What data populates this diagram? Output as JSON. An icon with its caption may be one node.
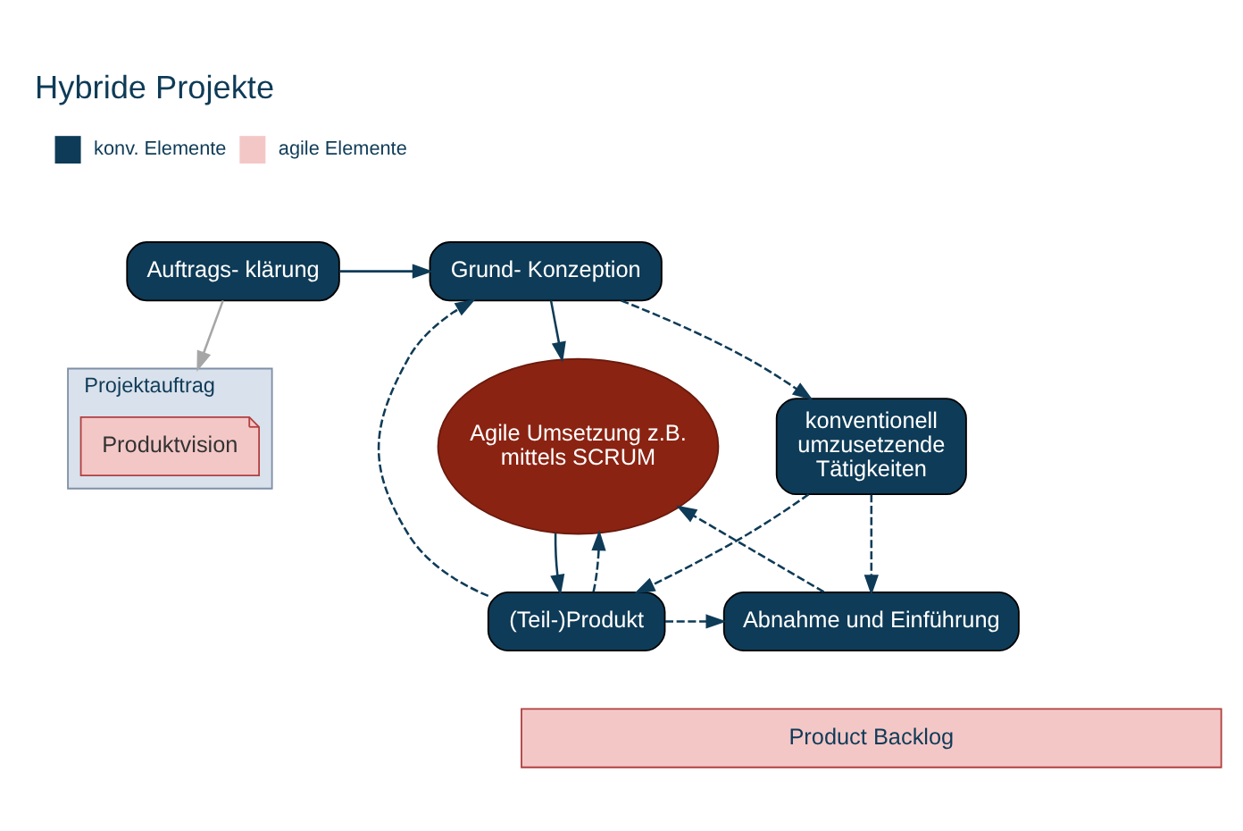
{
  "diagram": {
    "title": "Hybride Projekte",
    "nodes": [
      {
        "text": [
          "Auftrags- klärung"
        ]
      },
      {
        "text": [
          "Grund- Konzeption"
        ]
      },
      {
        "text": [
          "Projektauftrag"
        ]
      },
      {
        "text": [
          "Produktvision"
        ],
        "in": 2
      },
      {
        "text": [
          "Agile Umsetzung z.B. mittels SCRUM"
        ]
      },
      {
        "text": [
          "konventionell umzusetzende Tätigkeiten"
        ]
      },
      {
        "text": [
          "Abnahme und Einführung"
        ]
      },
      {
        "text": [
          "(Teil-)Produkt"
        ]
      },
      {
        "text": [
          "Product Backlog"
        ]
      }
    ],
    "edges": [
      {
        "from": 0,
        "to": 1,
        "arrow": "to"
      },
      {
        "from": 0,
        "to": 2,
        "arrow": "to",
        "color": "#a6a6a6"
      },
      {
        "from": 1,
        "to": 4,
        "arrow": "to"
      },
      {
        "from": 1,
        "to": 5,
        "arrow": "to",
        "style": "dashed"
      },
      {
        "from": 4,
        "to": 7,
        "arrow": "to"
      },
      {
        "from": 5,
        "to": 7,
        "arrow": "to",
        "style": "dashed"
      },
      {
        "from": 5,
        "to": 6,
        "arrow": "to",
        "style": "dashed"
      },
      {
        "from": 7,
        "to": 6,
        "arrow": "to",
        "style": "dashed"
      },
      {
        "from": 7,
        "to": 1,
        "arrow": "to",
        "style": "dashed"
      },
      {
        "from": 7,
        "to": 4,
        "arrow": "to",
        "style": "dashed"
      },
      {
        "from": 6,
        "to": 4,
        "arrow": "to",
        "style": "dashed"
      }
    ],
    "legend": [
      {
        "text": "konv. Elemente",
        "color": "#0e3b57"
      },
      {
        "text": "agile Elemente",
        "color": "#f4c7c7"
      }
    ]
  }
}
